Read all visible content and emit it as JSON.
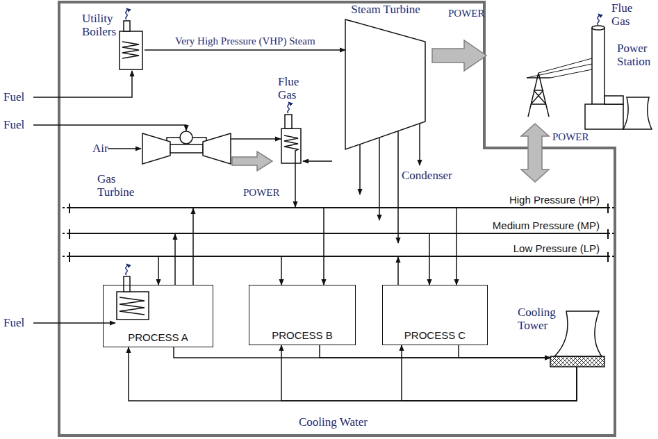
{
  "diagram": {
    "nodes": [
      {
        "text": [
          "Utility Boilers"
        ]
      },
      {
        "text": [
          "Steam Turbine"
        ]
      },
      {
        "text": [
          "Gas Turbine"
        ]
      },
      {
        "text": [
          "Power Station"
        ]
      },
      {
        "text": [
          "High Pressure (HP)"
        ]
      },
      {
        "text": [
          "Medium Pressure (MP)"
        ]
      },
      {
        "text": [
          "Low Pressure (LP)"
        ]
      },
      {
        "text": [
          "PROCESS A"
        ]
      },
      {
        "text": [
          "PROCESS B"
        ]
      },
      {
        "text": [
          "PROCESS C"
        ]
      },
      {
        "text": [
          "Cooling Tower"
        ]
      }
    ],
    "edges": [
      {
        "from": 0,
        "to": 1,
        "arrow": "to",
        "label": "Very High Pressure (VHP) Steam"
      },
      {
        "from": 1,
        "to": 4,
        "arrow": "to"
      },
      {
        "from": 1,
        "to": 5,
        "arrow": "to"
      },
      {
        "from": 1,
        "to": 6,
        "arrow": "to"
      },
      {
        "from": 6,
        "to": 7,
        "arrow": "to"
      },
      {
        "from": 7,
        "to": 5,
        "arrow": "to"
      },
      {
        "from": 7,
        "to": 4,
        "arrow": "to"
      },
      {
        "from": 6,
        "to": 8,
        "arrow": "to"
      },
      {
        "from": 4,
        "to": 8,
        "arrow": "to"
      },
      {
        "from": 9,
        "to": 6,
        "arrow": "to"
      },
      {
        "from": 5,
        "to": 9,
        "arrow": "to"
      },
      {
        "from": 4,
        "to": 9,
        "arrow": "to"
      },
      {
        "from": 7,
        "to": 10,
        "arrow": "to"
      },
      {
        "from": 8,
        "to": 10,
        "arrow": "to"
      },
      {
        "from": 9,
        "to": 10,
        "arrow": "to"
      },
      {
        "from": 10,
        "to": 7,
        "arrow": "to"
      },
      {
        "from": 10,
        "to": 8,
        "arrow": "to"
      },
      {
        "from": 10,
        "to": 9,
        "arrow": "to"
      }
    ],
    "labels": [
      "Flue Gas",
      "Flue Gas",
      "POWER",
      "Fuel",
      "Fuel",
      "Air",
      "POWER",
      "Condenser",
      "POWER",
      "Fuel",
      "Cooling Water"
    ]
  }
}
